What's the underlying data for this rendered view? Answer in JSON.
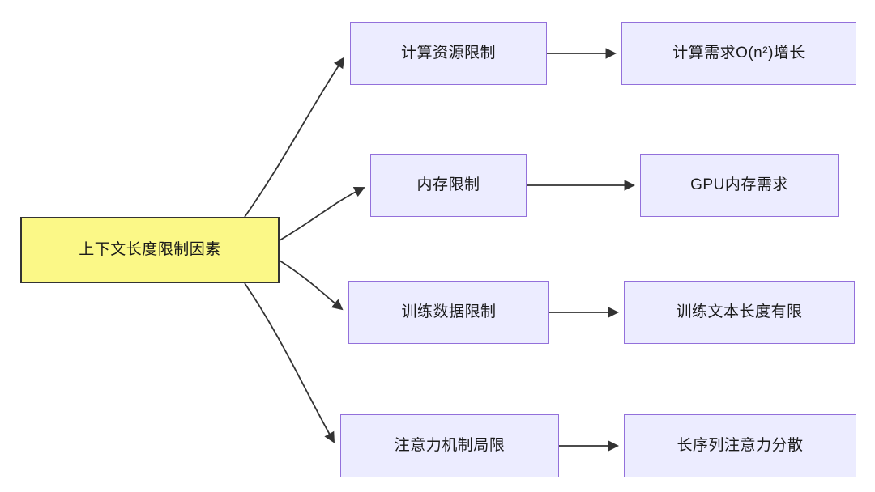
{
  "diagram": {
    "type": "flowchart",
    "direction": "left-to-right",
    "root": {
      "label": "上下文长度限制因素",
      "fill": "#FBF887",
      "border": "#333333"
    },
    "branches": [
      {
        "mid": "计算资源限制",
        "leaf": "计算需求O(n²)增长"
      },
      {
        "mid": "内存限制",
        "leaf": "GPU内存需求"
      },
      {
        "mid": "训练数据限制",
        "leaf": "训练文本长度有限"
      },
      {
        "mid": "注意力机制局限",
        "leaf": "长序列注意力分散"
      }
    ],
    "style": {
      "branch_fill": "#ECECFF",
      "branch_border": "#9370DB",
      "edge_color": "#333333",
      "background": "#FFFFFF"
    }
  }
}
